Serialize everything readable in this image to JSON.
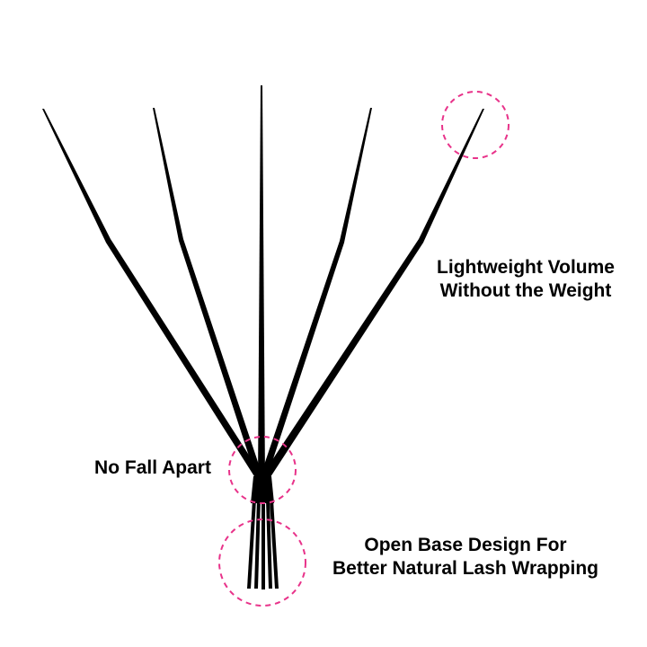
{
  "labels": {
    "top": {
      "line1": "Lightweight Volume",
      "line2": "Without the Weight"
    },
    "middle": "No Fall Apart",
    "bottom": {
      "line1": "Open Base Design For",
      "line2": "Better Natural Lash Wrapping"
    }
  },
  "colors": {
    "lash": "#000000",
    "highlight": "#e8338a",
    "text": "#000000",
    "background": "#ffffff"
  },
  "icons": {
    "fan_lash": "lash-fan-illustration",
    "callout": "dashed-circle-highlight"
  }
}
